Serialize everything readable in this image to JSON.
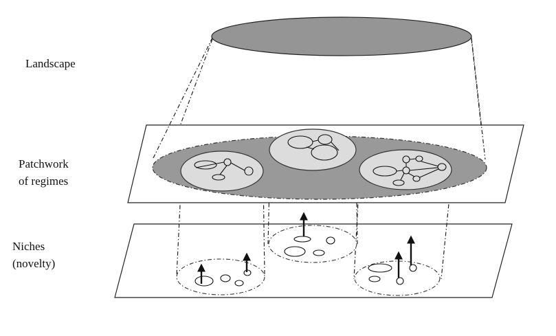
{
  "labels": {
    "landscape": "Landscape",
    "regimes_line1": "Patchwork",
    "regimes_line2": "of regimes",
    "niches_line1": "Niches",
    "niches_line2": "(novelty)"
  },
  "colors": {
    "landscape_fill": "#959595",
    "regime_patch_fill": "#999999",
    "regime_disc_fill": "#dcdcdc",
    "plane_fill": "#ffffff",
    "stroke": "#222222"
  }
}
